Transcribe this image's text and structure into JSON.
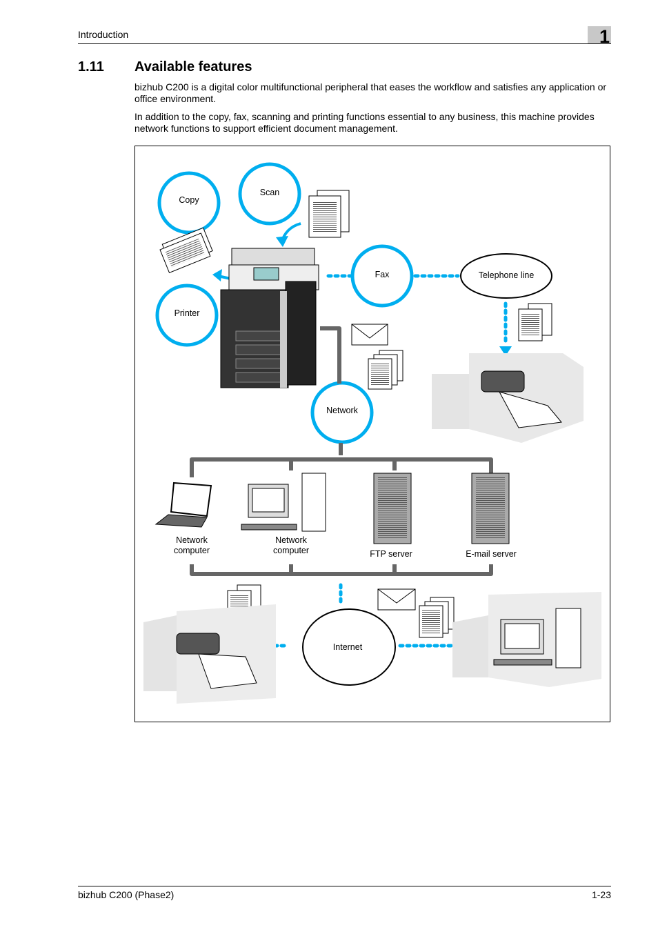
{
  "header": {
    "section_name": "Introduction",
    "chapter_number": "1"
  },
  "section": {
    "number": "1.11",
    "title": "Available features"
  },
  "paragraphs": [
    "bizhub C200 is a digital color multifunctional peripheral that eases the workflow and satisfies any application or office environment.",
    "In addition to the copy, fax, scanning and printing functions essential to any business, this machine provides network functions to support efficient document management."
  ],
  "diagram": {
    "labels": {
      "copy": "Copy",
      "scan": "Scan",
      "printer": "Printer",
      "fax": "Fax",
      "telephone_line": "Telephone line",
      "network": "Network",
      "network_computer_1": "Network\ncomputer",
      "network_computer_2": "Network\ncomputer",
      "ftp_server": "FTP server",
      "email_server": "E-mail server",
      "internet": "Internet"
    },
    "colors": {
      "accent_cyan": "#00aeef",
      "connector_gray": "#666666"
    }
  },
  "footer": {
    "product": "bizhub C200 (Phase2)",
    "page": "1-23"
  }
}
